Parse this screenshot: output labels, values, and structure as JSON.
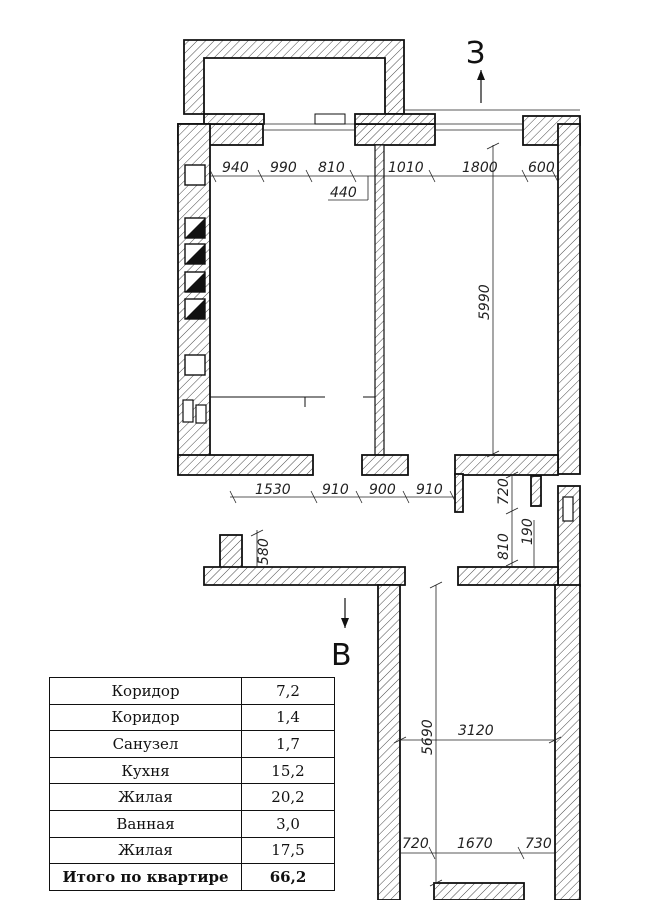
{
  "compass": {
    "east": "З",
    "south": "В"
  },
  "dimensions": {
    "top_row": [
      "940",
      "990",
      "810",
      "1010",
      "1800",
      "600"
    ],
    "top_sub": "440",
    "vertical_room_right": "5990",
    "middle_row": [
      "1530",
      "910",
      "900",
      "910"
    ],
    "bath_vertical": [
      "720",
      "810",
      "190"
    ],
    "corridor_left_vertical": "580",
    "lower_vertical": "5690",
    "lower_width": "3120",
    "bottom_row": [
      "720",
      "1670",
      "730"
    ]
  },
  "area_table": {
    "rows": [
      {
        "name": "Коридор",
        "value": "7,2"
      },
      {
        "name": "Коридор",
        "value": "1,4"
      },
      {
        "name": "Санузел",
        "value": "1,7"
      },
      {
        "name": "Кухня",
        "value": "15,2"
      },
      {
        "name": "Жилая",
        "value": "20,2"
      },
      {
        "name": "Ванная",
        "value": "3,0"
      },
      {
        "name": "Жилая",
        "value": "17,5"
      }
    ],
    "total": {
      "name": "Итого по квартире",
      "value": "66,2"
    }
  }
}
